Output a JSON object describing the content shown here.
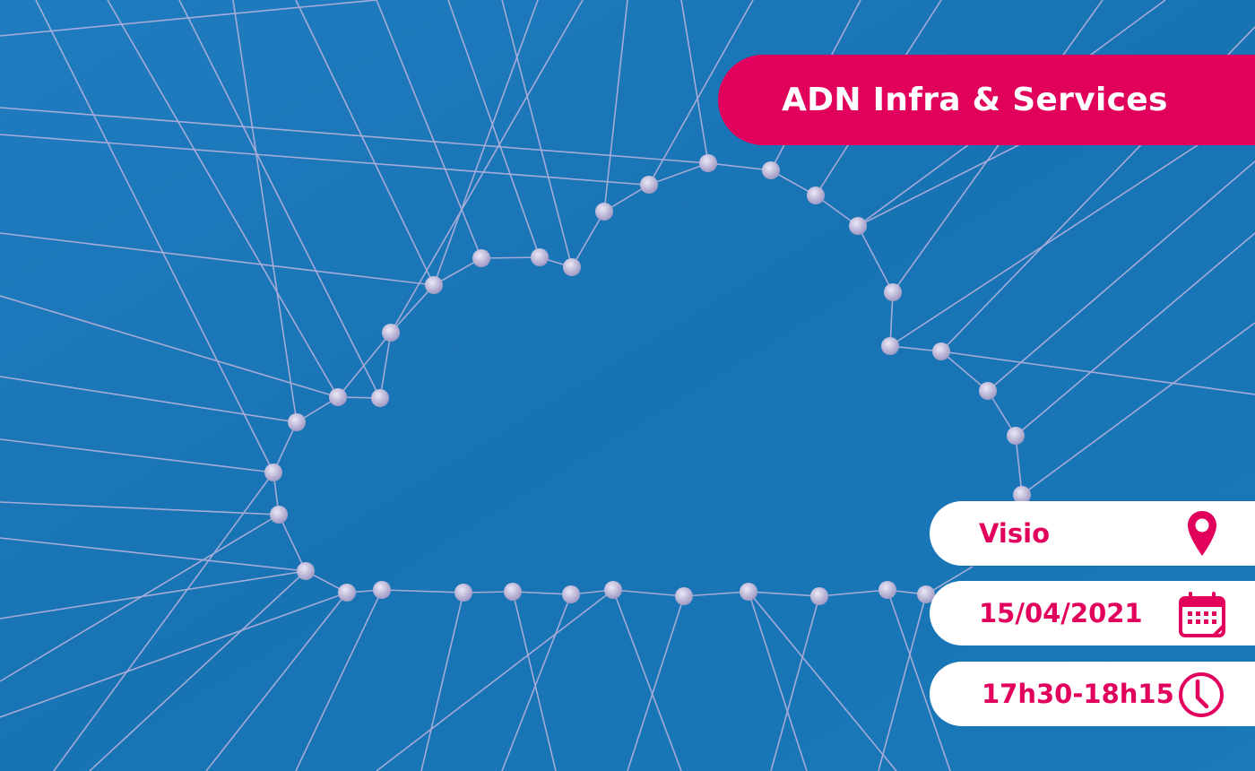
{
  "banner": {
    "title": "ADN Infra & Services"
  },
  "event_details": [
    {
      "label": "Visio",
      "icon": "map-pin-icon"
    },
    {
      "label": "15/04/2021",
      "icon": "calendar-icon"
    },
    {
      "label": "17h30-18h15",
      "icon": "clock-icon"
    }
  ],
  "colors": {
    "background": "#1a78b8",
    "accent": "#e2005d",
    "pill_bg": "#ffffff",
    "string": "#c7b9e0",
    "pin": "#cdc8e6"
  },
  "background_image": "cloud-shaped-network-of-pins-and-strings-on-blue"
}
